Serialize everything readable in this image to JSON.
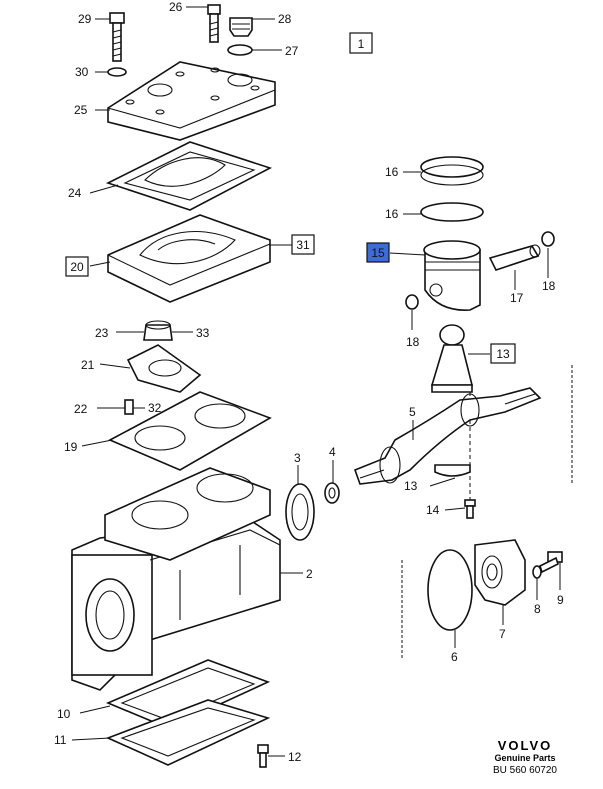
{
  "figure_number": "1",
  "parts": [
    {
      "id": "p29",
      "num": "29"
    },
    {
      "id": "p26",
      "num": "26"
    },
    {
      "id": "p28",
      "num": "28"
    },
    {
      "id": "p30",
      "num": "30"
    },
    {
      "id": "p27",
      "num": "27"
    },
    {
      "id": "p25",
      "num": "25"
    },
    {
      "id": "p24",
      "num": "24"
    },
    {
      "id": "p31",
      "num": "31"
    },
    {
      "id": "p20",
      "num": "20"
    },
    {
      "id": "p16a",
      "num": "16"
    },
    {
      "id": "p16b",
      "num": "16"
    },
    {
      "id": "p15",
      "num": "15"
    },
    {
      "id": "p17",
      "num": "17"
    },
    {
      "id": "p18a",
      "num": "18"
    },
    {
      "id": "p18b",
      "num": "18"
    },
    {
      "id": "p13a",
      "num": "13"
    },
    {
      "id": "p23",
      "num": "23"
    },
    {
      "id": "p33",
      "num": "33"
    },
    {
      "id": "p21",
      "num": "21"
    },
    {
      "id": "p22",
      "num": "22"
    },
    {
      "id": "p32",
      "num": "32"
    },
    {
      "id": "p19",
      "num": "19"
    },
    {
      "id": "p5",
      "num": "5"
    },
    {
      "id": "p3",
      "num": "3"
    },
    {
      "id": "p4",
      "num": "4"
    },
    {
      "id": "p13b",
      "num": "13"
    },
    {
      "id": "p14",
      "num": "14"
    },
    {
      "id": "p2",
      "num": "2"
    },
    {
      "id": "p6",
      "num": "6"
    },
    {
      "id": "p7",
      "num": "7"
    },
    {
      "id": "p8",
      "num": "8"
    },
    {
      "id": "p9",
      "num": "9"
    },
    {
      "id": "p10",
      "num": "10"
    },
    {
      "id": "p11",
      "num": "11"
    },
    {
      "id": "p12",
      "num": "12"
    }
  ],
  "highlight_color": "#3d6bd8",
  "brand": {
    "logo": "VOLVO",
    "tagline": "Genuine Parts",
    "code": "BU 560 60720"
  }
}
